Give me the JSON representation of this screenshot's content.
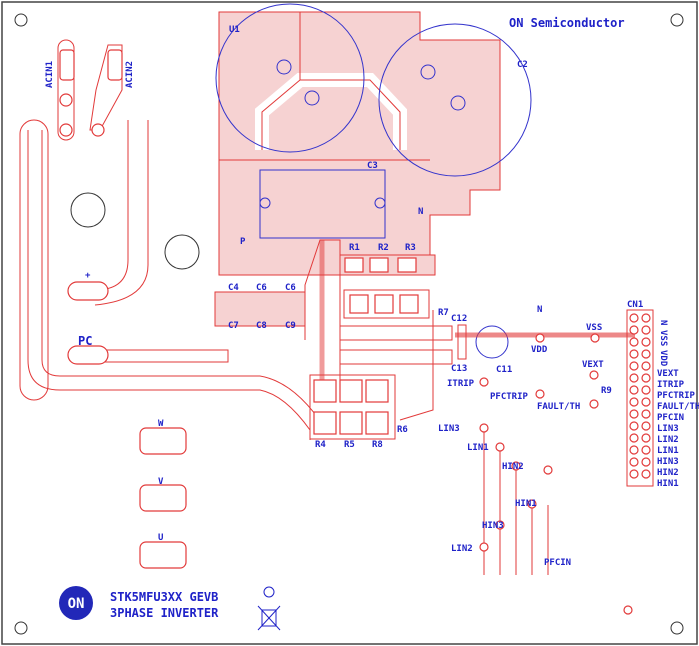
{
  "brand": "ON Semiconductor",
  "logo_text": "ON",
  "board_title": [
    "STK5MFU3XX GEVB",
    "3PHASE INVERTER"
  ],
  "connectors": {
    "ac_in_1": "ACIN1",
    "ac_in_2": "ACIN2",
    "plus": "+",
    "pc": "PC",
    "w": "W",
    "v": "V",
    "u": "U"
  },
  "components": {
    "u1": "U1",
    "c2": "C2",
    "c3": "C3",
    "c4": "C4",
    "c6a": "C6",
    "c6b": "C6",
    "c7": "C7",
    "c8": "C8",
    "c9": "C9",
    "c11": "C11",
    "c12": "C12",
    "c13": "C13",
    "r1": "R1",
    "r2": "R2",
    "r3": "R3",
    "r4": "R4",
    "r5": "R5",
    "r6": "R6",
    "r7": "R7",
    "r8": "R8",
    "r9": "R9",
    "p": "P",
    "n_top": "N",
    "n_mid": "N",
    "cn1": "CN1"
  },
  "net_labels": {
    "vss": "VSS",
    "vdd": "VDD",
    "vext": "VEXT",
    "itrip": "ITRIP",
    "pfctrip": "PFCTRIP",
    "fault_th": "FAULT/TH",
    "lin3": "LIN3",
    "lin1": "LIN1",
    "lin2": "LIN2",
    "hin2": "HIN2",
    "hin1": "HIN1",
    "hin3": "HIN3",
    "pfcin": "PFCIN"
  },
  "cn1_pins_vertical": [
    "N",
    "VSS",
    "VDD"
  ],
  "cn1_pins": [
    "VEXT",
    "ITRIP",
    "PFCTRIP",
    "FAULT/TH",
    "PFCIN",
    "LIN3",
    "LIN2",
    "LIN1",
    "HIN3",
    "HIN2",
    "HIN1"
  ]
}
